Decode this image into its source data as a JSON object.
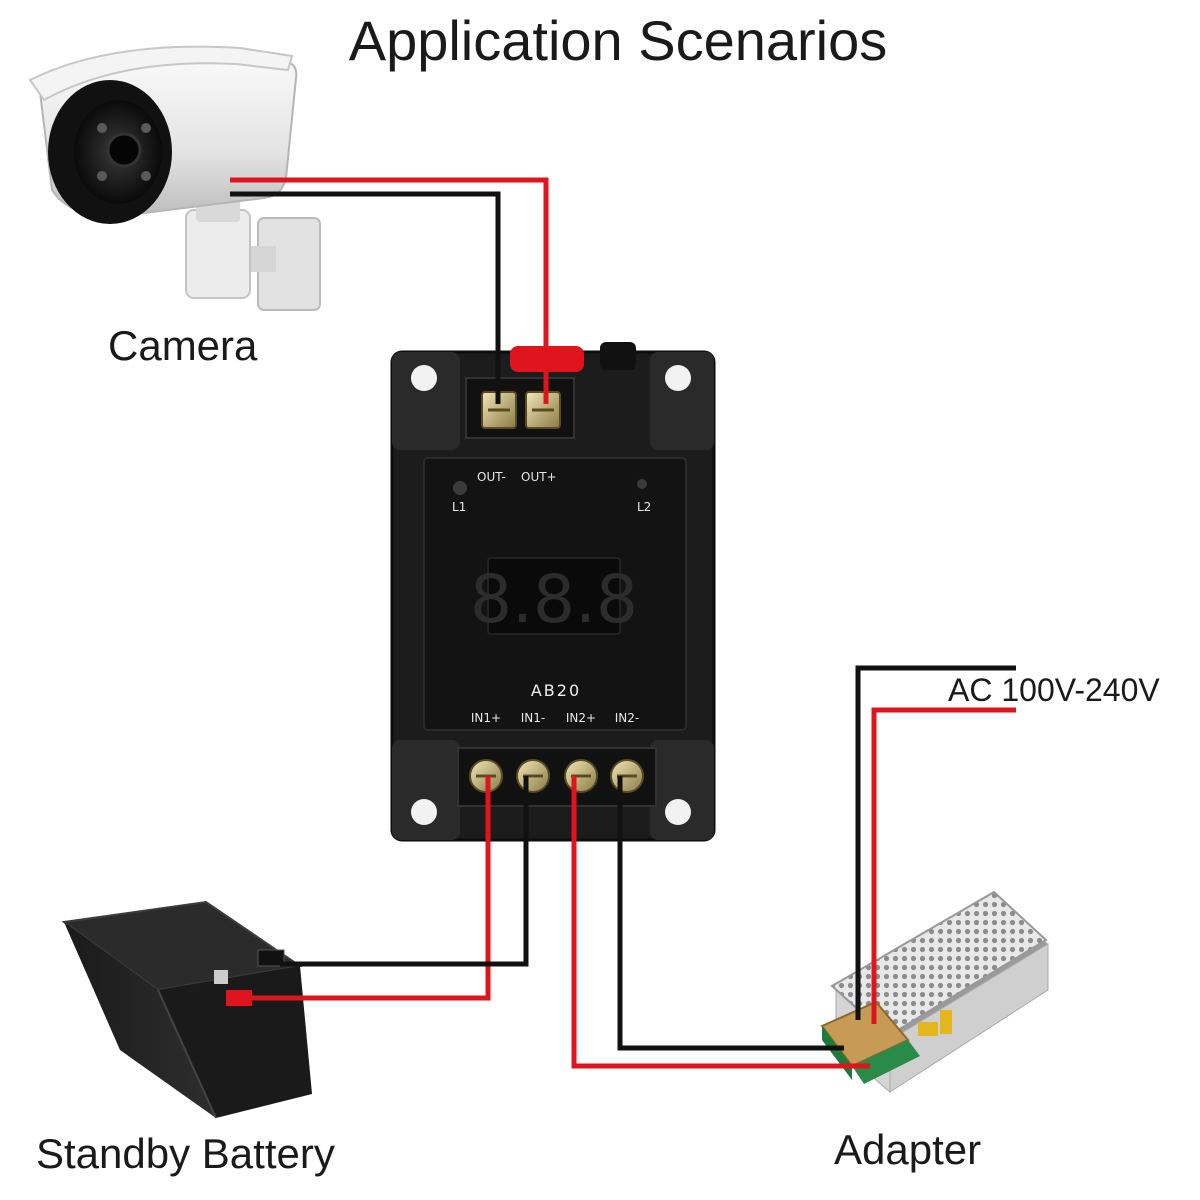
{
  "title": "Application Scenarios",
  "labels": {
    "camera": "Camera",
    "battery": "Standby Battery",
    "adapter": "Adapter",
    "ac_input": "AC 100V-240V"
  },
  "device": {
    "model": "AB20",
    "display": "8.8.8",
    "out_minus": "OUT-",
    "out_plus": "OUT+",
    "in1_plus": "IN1+",
    "in1_minus": "IN1-",
    "in2_plus": "IN2+",
    "in2_minus": "IN2-",
    "led1": "L1",
    "led2": "L2"
  },
  "colors": {
    "wire_positive": "#e0141c",
    "wire_negative": "#111111",
    "device_body": "#1c1c1c"
  }
}
